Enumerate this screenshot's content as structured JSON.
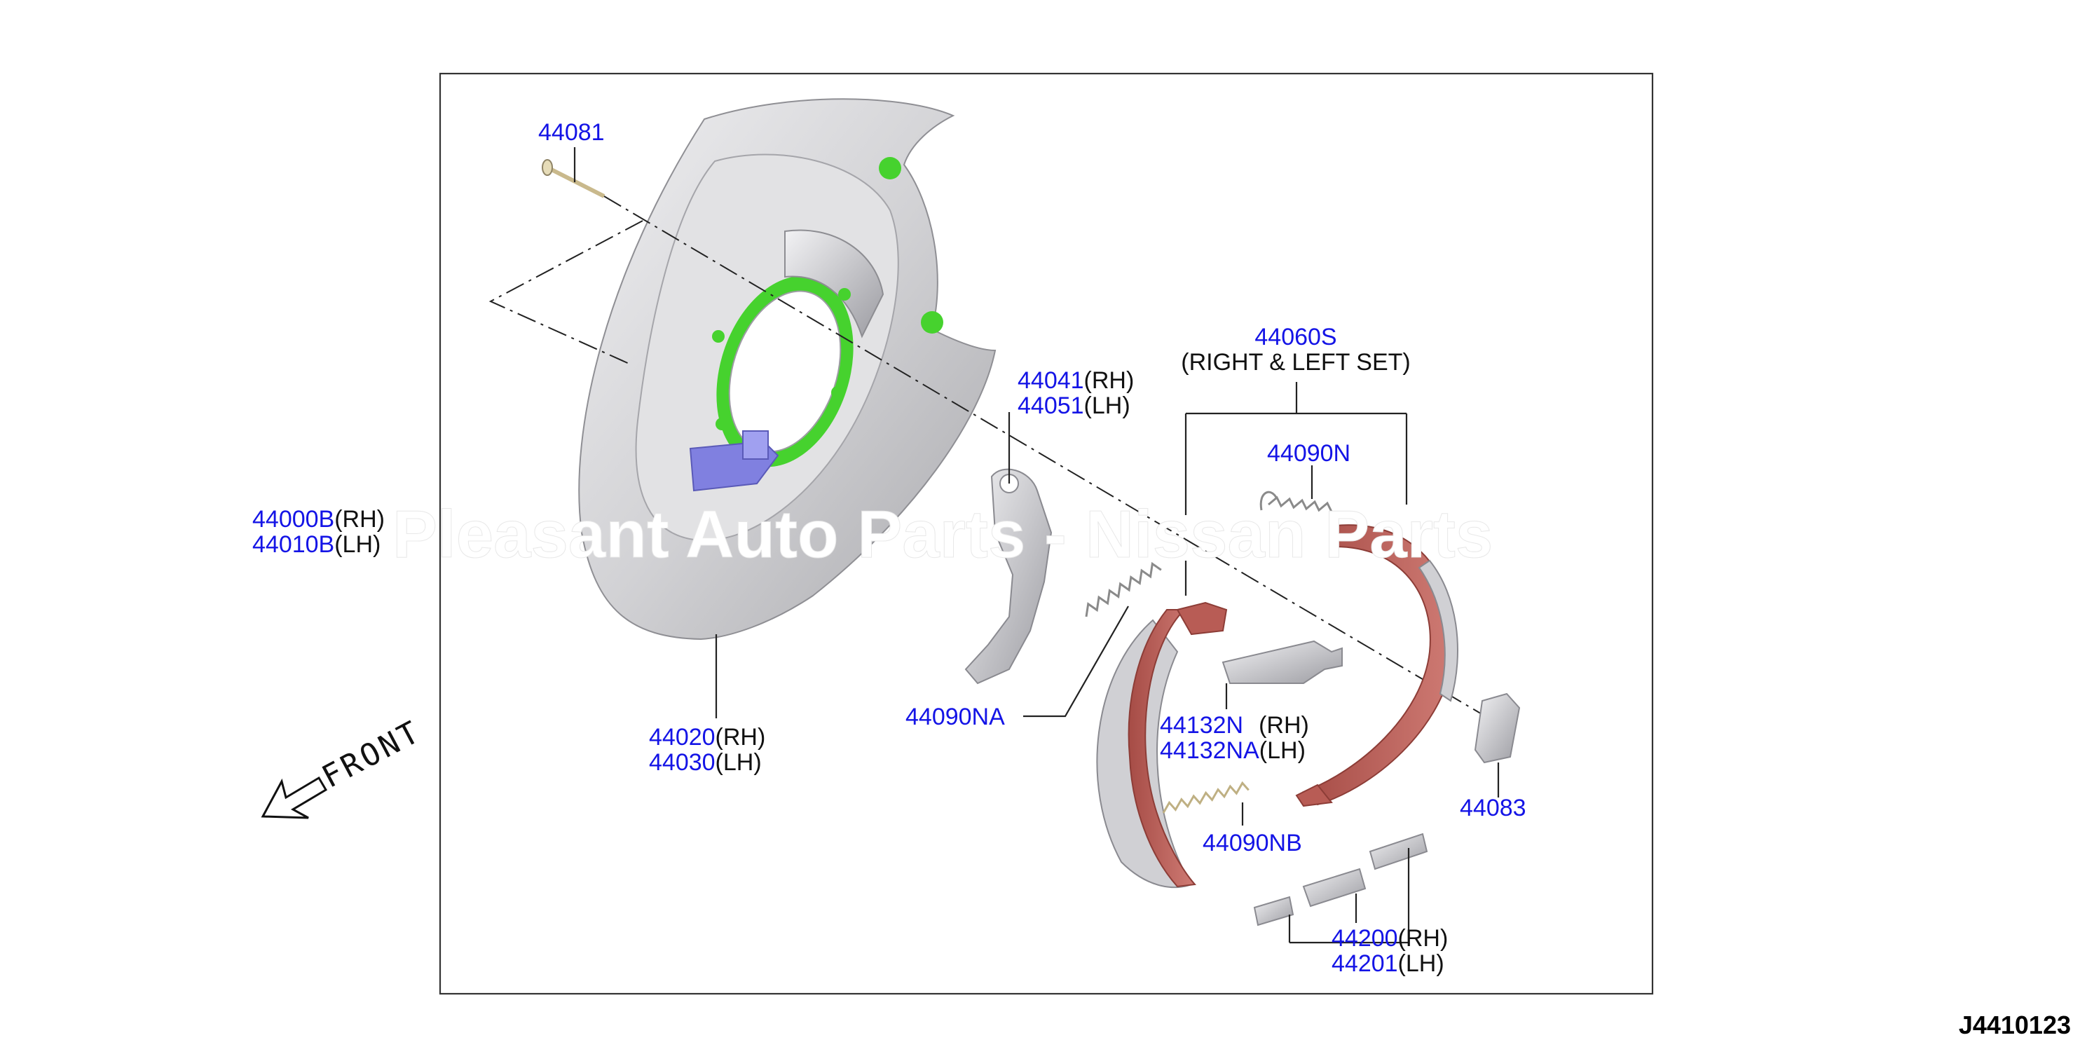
{
  "diagram": {
    "code": "J4410123",
    "front_label": "FRONT",
    "watermark": "Pleasant Auto Parts - Nissan Parts",
    "parts": {
      "p44081": {
        "number": "44081"
      },
      "p44000b": {
        "number": "44000B",
        "side": "(RH)"
      },
      "p44010b": {
        "number": "44010B",
        "side": "(LH)"
      },
      "p44020": {
        "number": "44020",
        "side": "(RH)"
      },
      "p44030": {
        "number": "44030",
        "side": "(LH)"
      },
      "p44041": {
        "number": "44041",
        "side": "(RH)"
      },
      "p44051": {
        "number": "44051",
        "side": "(LH)"
      },
      "p44060s": {
        "number": "44060S",
        "note": "(RIGHT & LEFT SET)"
      },
      "p44090n": {
        "number": "44090N"
      },
      "p44090na": {
        "number": "44090NA"
      },
      "p44090nb": {
        "number": "44090NB"
      },
      "p44132n": {
        "number": "44132N",
        "side": "(RH)"
      },
      "p44132na": {
        "number": "44132NA",
        "side": "(LH)"
      },
      "p44083": {
        "number": "44083"
      },
      "p44200": {
        "number": "44200",
        "side": "(RH)"
      },
      "p44201": {
        "number": "44201",
        "side": "(LH)"
      }
    },
    "colors": {
      "part_number": "#1414e6",
      "backing_plate": "#d4d4d6",
      "highlight_green": "#46d22e",
      "highlight_blue": "#8080e0",
      "brake_shoe": "#b85c55",
      "lining": "#d0d0d4"
    }
  }
}
